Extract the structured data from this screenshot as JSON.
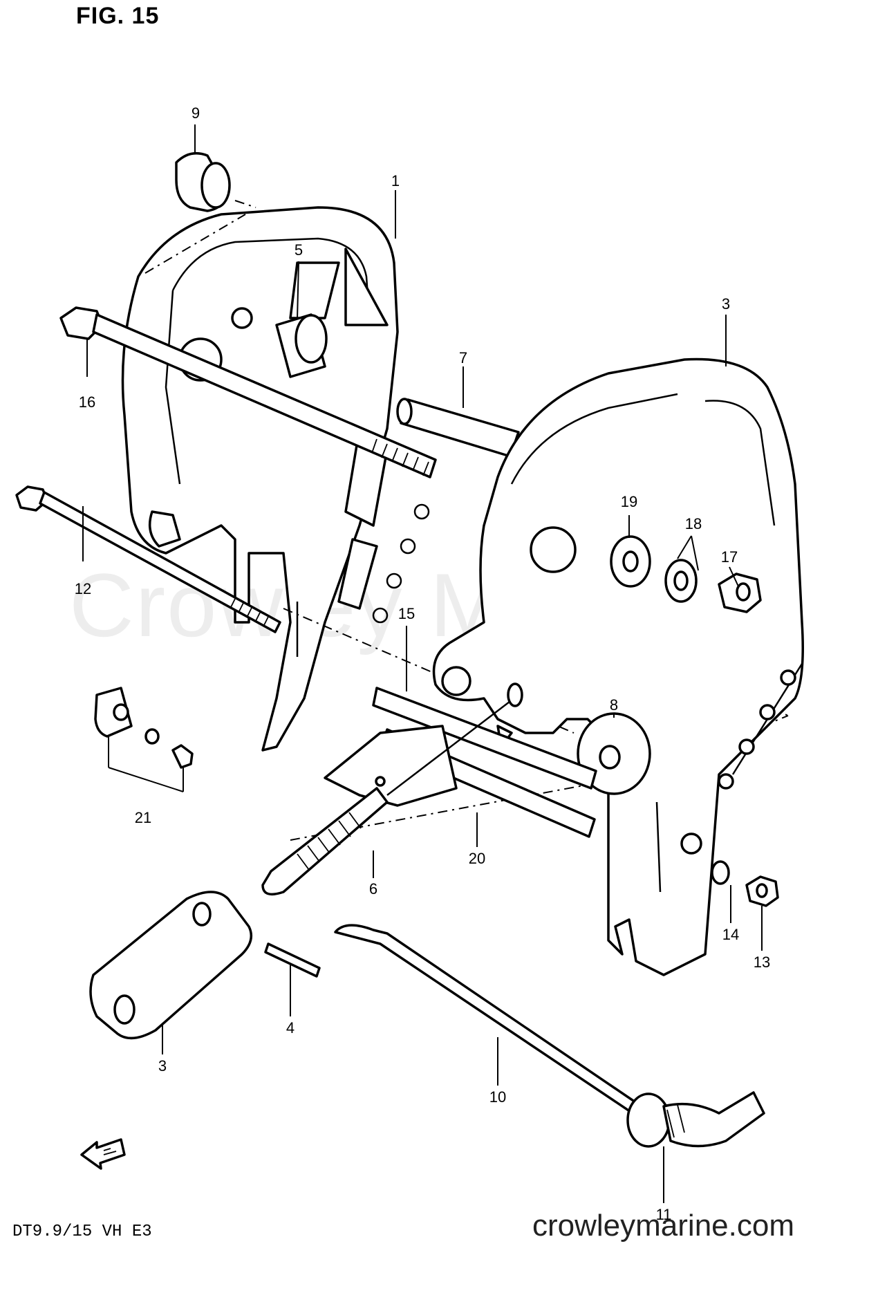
{
  "figure": {
    "title": "FIG. 15",
    "model_code": "DT9.9/15 VH E3",
    "website": "crowleymarine.com",
    "watermark": "Crowley Marine"
  },
  "callouts": [
    {
      "id": "c9",
      "text": "9"
    },
    {
      "id": "c1",
      "text": "1"
    },
    {
      "id": "c5",
      "text": "5"
    },
    {
      "id": "c16",
      "text": "16"
    },
    {
      "id": "c7",
      "text": "7"
    },
    {
      "id": "c3a",
      "text": "3"
    },
    {
      "id": "c12",
      "text": "12"
    },
    {
      "id": "c19",
      "text": "19"
    },
    {
      "id": "c18",
      "text": "18"
    },
    {
      "id": "c17",
      "text": "17"
    },
    {
      "id": "c15",
      "text": "15"
    },
    {
      "id": "c8",
      "text": "8"
    },
    {
      "id": "c21",
      "text": "21"
    },
    {
      "id": "c20",
      "text": "20"
    },
    {
      "id": "c6",
      "text": "6"
    },
    {
      "id": "c14",
      "text": "14"
    },
    {
      "id": "c13",
      "text": "13"
    },
    {
      "id": "c3b",
      "text": "3"
    },
    {
      "id": "c4",
      "text": "4"
    },
    {
      "id": "c10",
      "text": "10"
    },
    {
      "id": "c11",
      "text": "11"
    }
  ],
  "icons": {
    "forward_arrow": "fwd-arrow-icon"
  }
}
